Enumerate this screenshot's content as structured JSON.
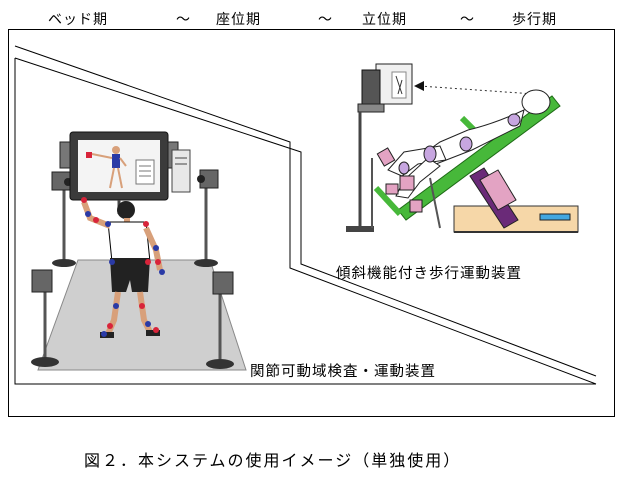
{
  "header": {
    "phases": [
      "ベッド期",
      "座位期",
      "立位期",
      "歩行期"
    ],
    "separator": "〜"
  },
  "labels": {
    "tilt_device": "傾斜機能付き歩行運動装置",
    "rom_device": "関節可動域検査・運動装置"
  },
  "caption": "図２．本システムの使用イメージ（単独使用）",
  "colors": {
    "marker_red": "#d8243a",
    "marker_blue": "#2a3aa6",
    "frame_green": "#47b83a",
    "pad_pink": "#e3a3c3",
    "limb_lavender": "#c7a6e0",
    "actuator_purple": "#6a2a78",
    "platform_tan": "#f6d7a8",
    "floor_gray": "#cfcfcf"
  }
}
